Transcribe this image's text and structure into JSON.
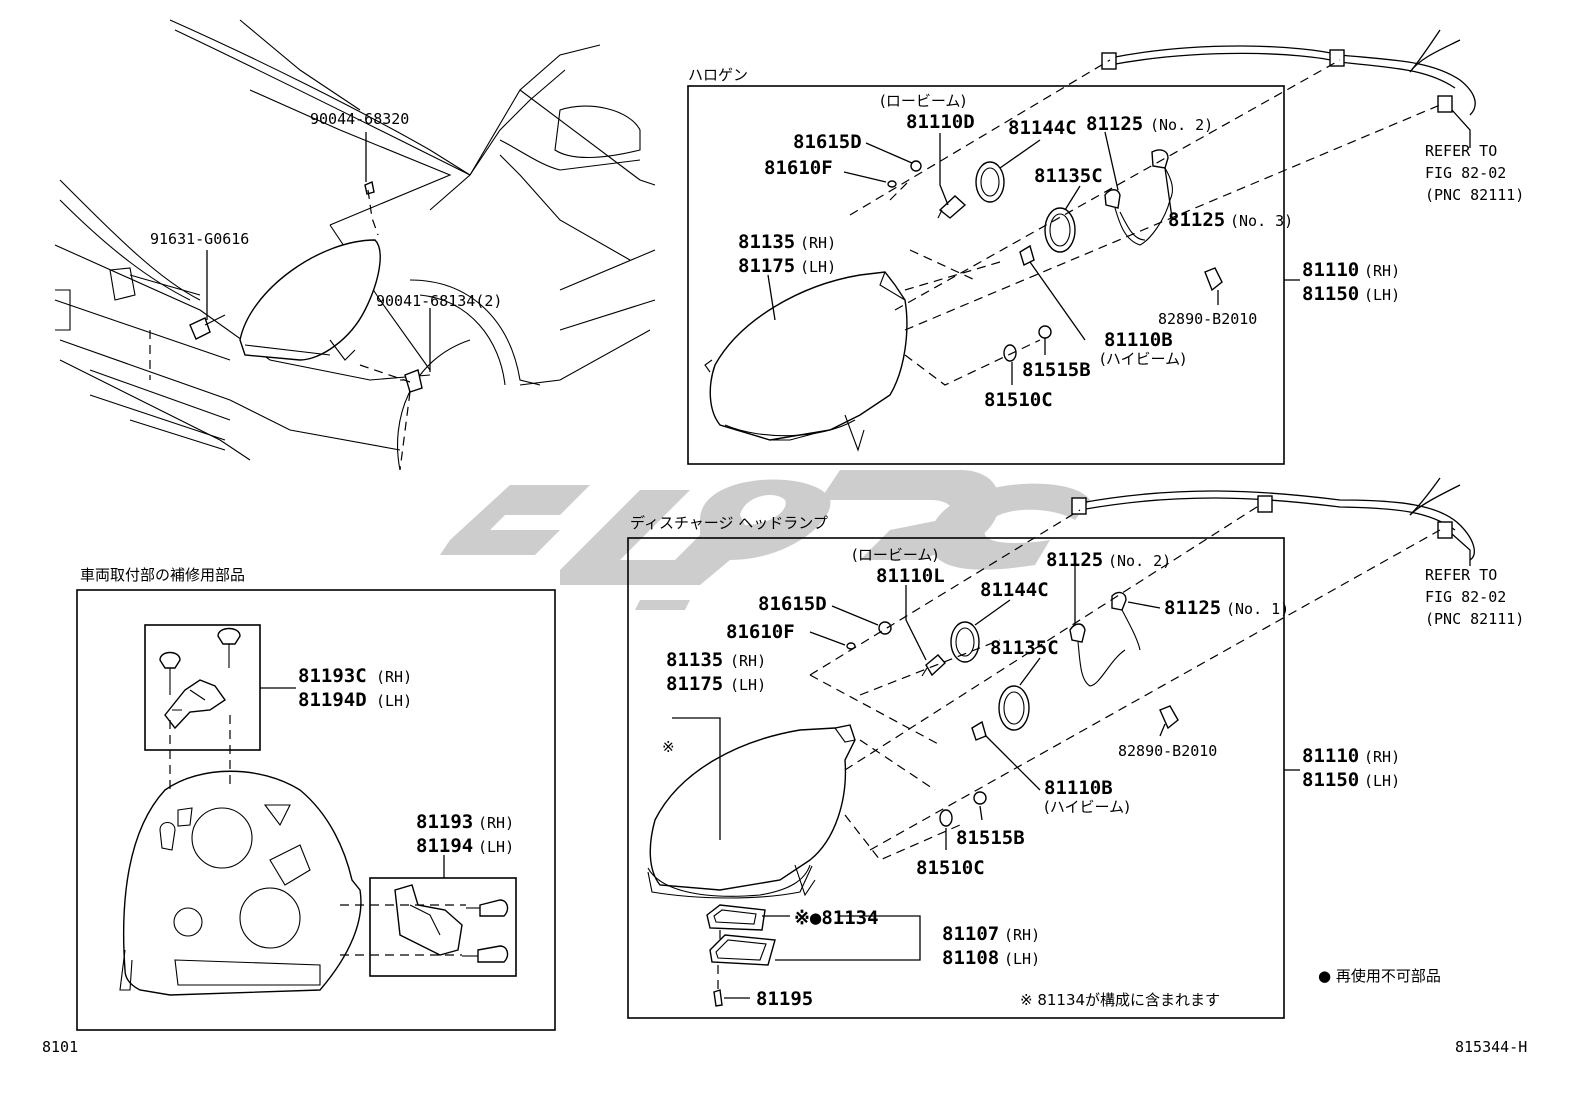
{
  "watermark": {
    "color": "#c8c8c8"
  },
  "car_view": {
    "labels": {
      "hood_clip": "90044-68320",
      "grille_bolt": "91631-G0616",
      "lamp_screw": "90041-68134(2)"
    }
  },
  "halogen": {
    "title": "ハロゲン",
    "low_beam_note": "(ロービーム)",
    "p_81615D": "81615D",
    "p_81610F": "81610F",
    "p_81110D": "81110D",
    "p_81144C": "81144C",
    "p_81125_no2": "81125",
    "no2": "(No. 2)",
    "p_81135C": "81135C",
    "p_81125_no3": "81125",
    "no3": "(No. 3)",
    "housing_a": "81135",
    "housing_a_side": "(RH)",
    "housing_b": "81175",
    "housing_b_side": "(LH)",
    "p_82890": "82890-B2010",
    "p_81110B": "81110B",
    "high_beam_note": "(ハイビーム)",
    "p_81515B": "81515B",
    "p_81510C": "81510C",
    "assy_rh": "81110",
    "assy_rh_side": "(RH)",
    "assy_lh": "81150",
    "assy_lh_side": "(LH)",
    "refer_1": "REFER TO",
    "refer_2": "FIG 82-02",
    "refer_3": "(PNC 82111)"
  },
  "discharge": {
    "title": "ディスチャージ ヘッドランプ",
    "low_beam_note": "(ロービーム)",
    "p_81110L": "81110L",
    "p_81615D": "81615D",
    "p_81610F": "81610F",
    "p_81144C": "81144C",
    "p_81125_no2": "81125",
    "no2": "(No. 2)",
    "p_81125_no1": "81125",
    "no1": "(No. 1)",
    "p_81135C": "81135C",
    "housing_a": "81135",
    "housing_a_side": "(RH)",
    "housing_b": "81175",
    "housing_b_side": "(LH)",
    "asterisk": "※",
    "p_82890": "82890-B2010",
    "p_81110B": "81110B",
    "high_beam_note": "(ハイビーム)",
    "p_81515B": "81515B",
    "p_81510C": "81510C",
    "assy_rh": "81110",
    "assy_rh_side": "(RH)",
    "assy_lh": "81150",
    "assy_lh_side": "(LH)",
    "p_81134": "※●81134",
    "ballast_rh": "81107",
    "ballast_rh_side": "(RH)",
    "ballast_lh": "81108",
    "ballast_lh_side": "(LH)",
    "p_81195": "81195",
    "footnote": "※ 81134が構成に含まれます",
    "legend": "● 再使用不可部品",
    "refer_1": "REFER TO",
    "refer_2": "FIG 82-02",
    "refer_3": "(PNC 82111)"
  },
  "repair_box": {
    "title": "車両取付部の補修用部品",
    "bracket_a": "81193C",
    "bracket_a_side": "(RH)",
    "bracket_b": "81194D",
    "bracket_b_side": "(LH)",
    "tab_a": "81193",
    "tab_a_side": "(RH)",
    "tab_b": "81194",
    "tab_b_side": "(LH)"
  },
  "footer": {
    "page_code": "8101",
    "figure_code": "815344-H"
  }
}
